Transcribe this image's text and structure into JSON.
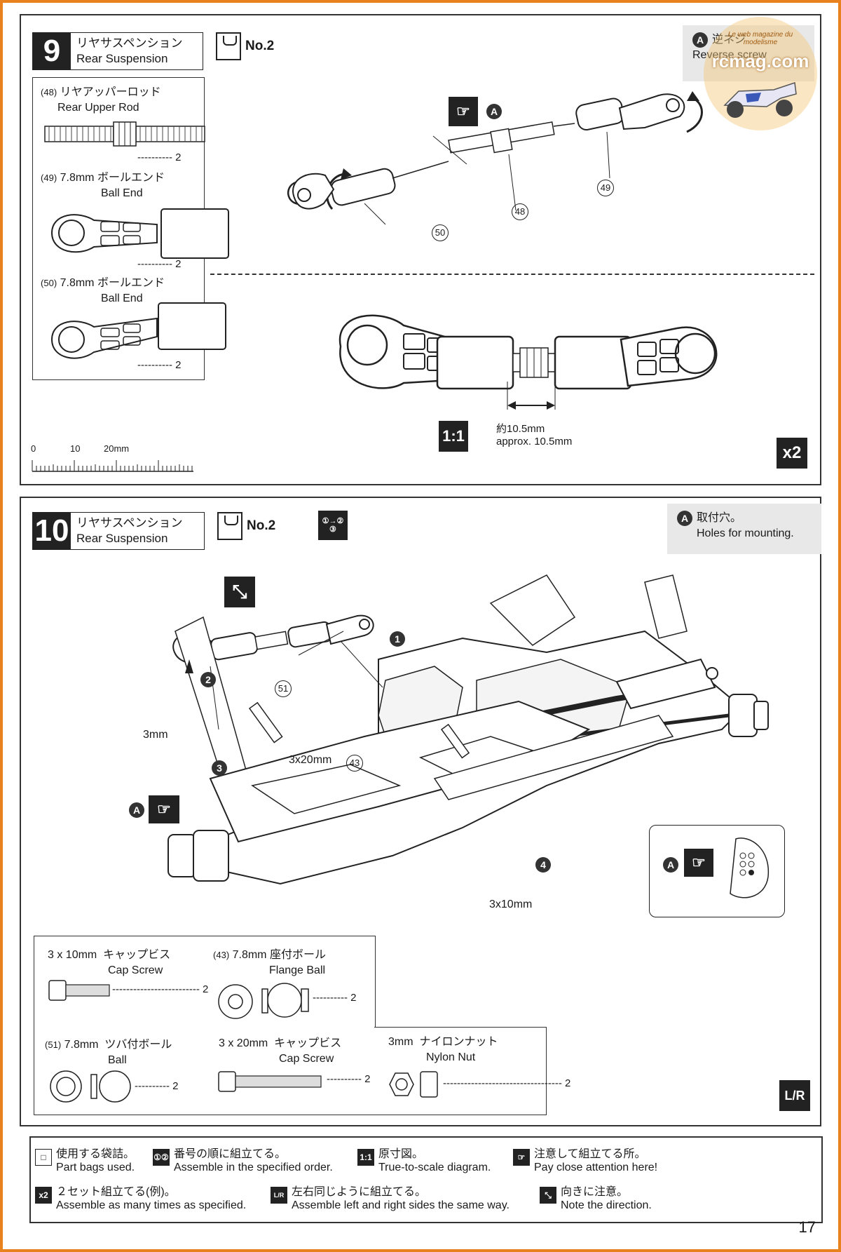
{
  "step9": {
    "number": "9",
    "title_ja": "リヤサスペンション",
    "title_en": "Rear Suspension",
    "bag": "No.2",
    "note_letter": "A",
    "note_ja": "逆ネジ",
    "note_en": "Reverse screw",
    "parts": [
      {
        "num": "48",
        "name_ja": "リヤアッパーロッド",
        "name_en": "Rear Upper Rod",
        "qty": "2"
      },
      {
        "num": "49",
        "name_ja": "7.8mm ボールエンド",
        "name_en": "Ball End",
        "qty": "2"
      },
      {
        "num": "50",
        "name_ja": "7.8mm ボールエンド",
        "name_en": "Ball End",
        "qty": "2"
      }
    ],
    "scale": {
      "zero": "0",
      "ten": "10",
      "twenty": "20mm"
    },
    "callouts": {
      "a": "A",
      "p48": "48",
      "p49": "49",
      "p50": "50"
    },
    "true_scale_icon": "1:1",
    "dimension_ja": "約10.5mm",
    "dimension_en": "approx.  10.5mm",
    "multiplier": "x2"
  },
  "step10": {
    "number": "10",
    "title_ja": "リヤサスペンション",
    "title_en": "Rear Suspension",
    "bag": "No.2",
    "note_letter": "A",
    "note_ja": "取付穴。",
    "note_en": "Holes for mounting.",
    "callouts": {
      "c1": "1",
      "c2": "2",
      "c3": "3",
      "c4": "4",
      "p51": "51",
      "p43": "43",
      "s3mm": "3mm",
      "s3x20": "3x20mm",
      "s3x10": "3x10mm",
      "a1": "A",
      "a2": "A"
    },
    "parts": {
      "cap10": {
        "size": "3 x 10mm",
        "name_ja": "キャップビス",
        "name_en": "Cap Screw",
        "qty": "2"
      },
      "flange": {
        "num": "43",
        "size": "7.8mm",
        "name_ja": "座付ボール",
        "name_en": "Flange Ball",
        "qty": "2"
      },
      "ball": {
        "num": "51",
        "size": "7.8mm",
        "name_ja": "ツバ付ボール",
        "name_en": "Ball",
        "qty": "2"
      },
      "cap20": {
        "size": "3 x 20mm",
        "name_ja": "キャップビス",
        "name_en": "Cap Screw",
        "qty": "2"
      },
      "nut": {
        "size": "3mm",
        "name_ja": "ナイロンナット",
        "name_en": "Nylon Nut",
        "qty": "2"
      }
    },
    "lr_icon": "L/R"
  },
  "legend": [
    {
      "icon": "bag-icon",
      "ja": "使用する袋詰。",
      "en": "Part bags used."
    },
    {
      "icon": "sequence-icon",
      "ja": "番号の順に組立てる。",
      "en": "Assemble in the specified order."
    },
    {
      "icon": "true-scale-icon",
      "label": "1:1",
      "ja": "原寸図。",
      "en": "True-to-scale diagram."
    },
    {
      "icon": "pointing-hand-icon",
      "ja": "注意して組立てる所。",
      "en": "Pay close attention here!"
    },
    {
      "icon": "multiply-icon",
      "label": "x2",
      "ja": "２セット組立てる(例)。",
      "en": "Assemble as many times as specified."
    },
    {
      "icon": "left-right-icon",
      "label": "L/R",
      "ja": "左右同じように組立てる。",
      "en": "Assemble left and right sides the same way."
    },
    {
      "icon": "direction-icon",
      "ja": "向きに注意。",
      "en": "Note the direction."
    }
  ],
  "page_number": "17",
  "watermark": {
    "tag": "Le web magazine du modelisme",
    "site": "rcmag.com"
  },
  "colors": {
    "border": "#e8821e",
    "ink": "#222222",
    "note_bg": "#e8e8e8"
  }
}
